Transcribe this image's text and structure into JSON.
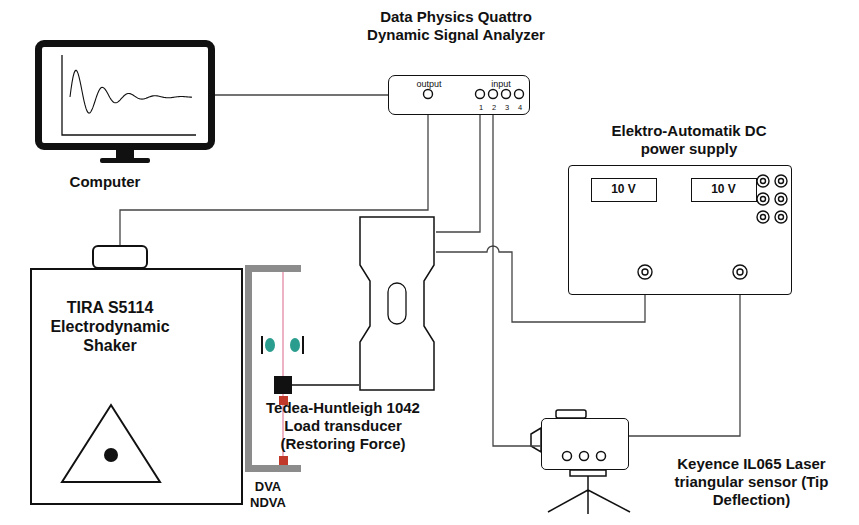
{
  "diagram": {
    "nodes": [
      {
        "text": [
          "Computer"
        ]
      },
      {
        "text": [
          "Data Physics Quattro Dynamic Signal Analyzer",
          "output",
          "input",
          "1",
          "2",
          "3",
          "4"
        ]
      },
      {
        "text": [
          "Elektro-Automatik DC power supply"
        ]
      },
      {
        "text": [
          "10 V"
        ],
        "in": 2
      },
      {
        "text": [
          "10 V"
        ],
        "in": 2
      },
      {
        "text": [
          "TIRA S5114 Electrodynamic Shaker"
        ]
      },
      {
        "text": [
          "Tedea-Huntleigh 1042 Load transducer (Restoring Force)"
        ]
      },
      {
        "text": [
          "Keyence IL065 Laser triangular sensor (Tip Deflection)"
        ]
      }
    ],
    "edges": [
      {
        "from": 0,
        "to": 1,
        "arrow": "none"
      },
      {
        "from": 1,
        "to": 5,
        "arrow": "none"
      },
      {
        "from": 1,
        "to": 6,
        "arrow": "none"
      },
      {
        "from": 1,
        "to": 7,
        "arrow": "none"
      },
      {
        "from": 6,
        "to": 2,
        "arrow": "none"
      },
      {
        "from": 2,
        "to": 7,
        "arrow": "none"
      }
    ],
    "labels": [
      "DVA",
      "NDVA"
    ]
  }
}
